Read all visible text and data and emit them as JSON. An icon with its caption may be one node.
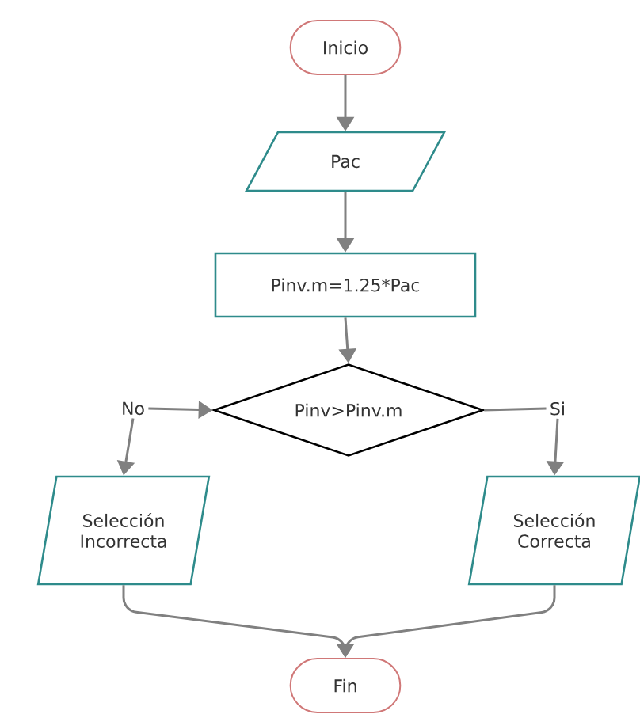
{
  "diagram": {
    "nodes": [
      {
        "text": [
          "Inicio"
        ]
      },
      {
        "text": [
          "Pac"
        ]
      },
      {
        "text": [
          "Pinv.m=1.25*Pac"
        ]
      },
      {
        "text": [
          "Pinv>Pinv.m"
        ]
      },
      {
        "text": [
          "No"
        ]
      },
      {
        "text": [
          "Si"
        ]
      },
      {
        "text": [
          "Selección Incorrecta"
        ]
      },
      {
        "text": [
          "Selección Correcta"
        ]
      },
      {
        "text": [
          "Fin"
        ]
      }
    ],
    "edges": [
      {
        "from": 0,
        "to": 1,
        "arrow": "to"
      },
      {
        "from": 1,
        "to": 2,
        "arrow": "to"
      },
      {
        "from": 2,
        "to": 3,
        "arrow": "to"
      },
      {
        "from": 4,
        "to": 3,
        "arrow": "to"
      },
      {
        "from": 3,
        "to": 5,
        "arrow": "none"
      },
      {
        "from": 4,
        "to": 6,
        "arrow": "to"
      },
      {
        "from": 5,
        "to": 7,
        "arrow": "to"
      },
      {
        "from": 6,
        "to": 8,
        "arrow": "to"
      },
      {
        "from": 7,
        "to": 8,
        "arrow": "to"
      }
    ]
  }
}
